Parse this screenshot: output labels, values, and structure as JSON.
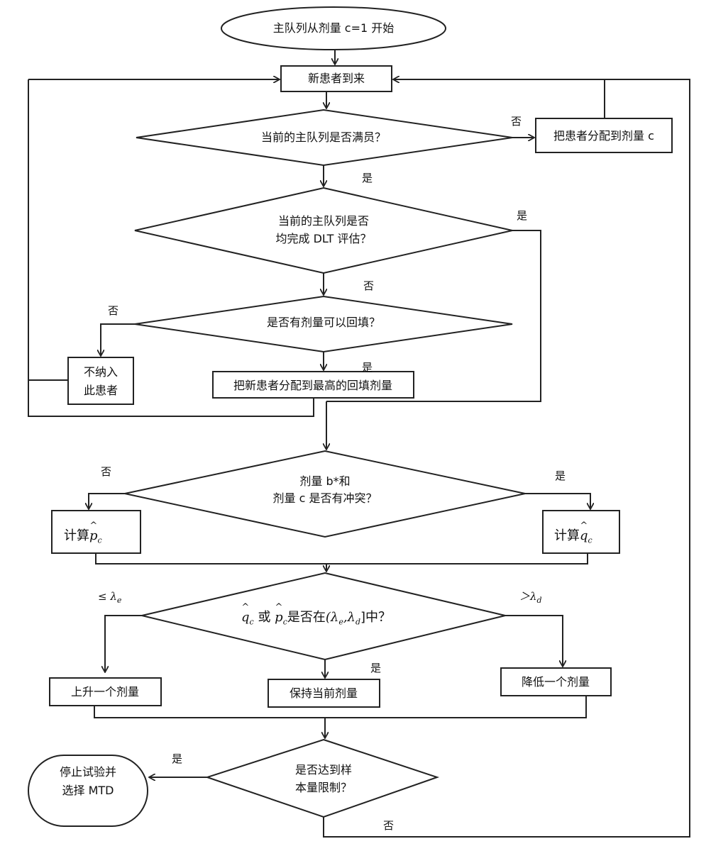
{
  "nodes": {
    "start": "主队列从剂量 c=1 开始",
    "new_patient": "新患者到来",
    "q_full": "当前的主队列是否满员？",
    "assign_c": "把患者分配到剂量 c",
    "q_dlt_line1": "当前的主队列是否",
    "q_dlt_line2": "均完成 DLT 评估？",
    "q_backfill": "是否有剂量可以回填？",
    "reject_line1": "不纳入",
    "reject_line2": "此患者",
    "assign_backfill": "把新患者分配到最高的回填剂量",
    "q_conflict_line1": "剂量 b*和",
    "q_conflict_line2": "剂量 c 是否有冲突？",
    "calc_prefix": "计算",
    "calc_p_symbol": "p",
    "calc_q_symbol": "q",
    "sub_c": "c",
    "q_interval_or": "或",
    "q_interval_text": "是否在",
    "q_interval_range": "(λ",
    "q_interval_range_mid": ",λ",
    "q_interval_range_end": "]中？",
    "sub_e": "e",
    "sub_d": "d",
    "increase": "上升一个剂量",
    "keep": "保持当前剂量",
    "decrease": "降低一个剂量",
    "q_sample_line1": "是否达到样",
    "q_sample_line2": "本量限制？",
    "stop_line1": "停止试验并",
    "stop_line2": "选择 MTD"
  },
  "labels": {
    "no": "否",
    "yes": "是",
    "le_lambda": "≤ λ",
    "gt_lambda": "＞λ"
  }
}
